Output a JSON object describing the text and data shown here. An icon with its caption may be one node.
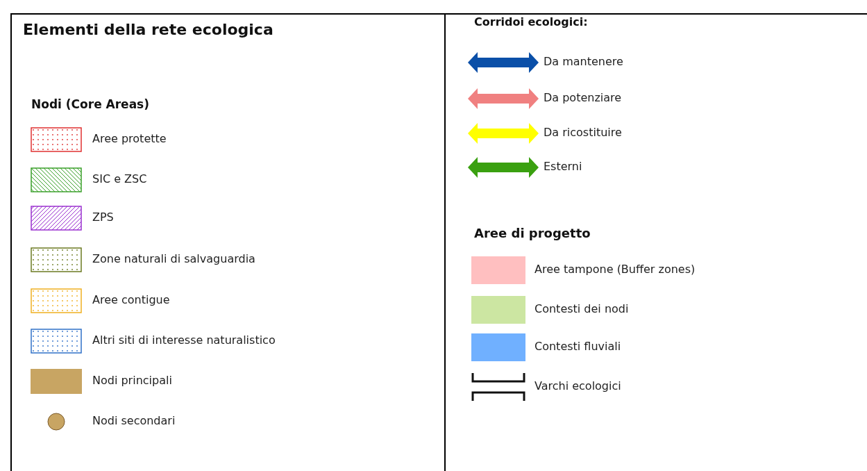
{
  "diagram": {
    "title": "Elementi della rete ecologica",
    "labels": [
      "Nodi (Core Areas)",
      "Corridoi ecologici:",
      "Aree di progetto"
    ],
    "legend": [
      {
        "text": "Aree protette"
      },
      {
        "text": "SIC e ZSC"
      },
      {
        "text": "ZPS"
      },
      {
        "text": "Zone naturali di salvaguardia"
      },
      {
        "text": "Aree contigue"
      },
      {
        "text": "Altri siti di interesse naturalistico"
      },
      {
        "text": "Nodi principali",
        "color": "#c8a563"
      },
      {
        "text": "Nodi secondari",
        "color": "#c8a563"
      },
      {
        "text": "Da mantenere"
      },
      {
        "text": "Da potenziare"
      },
      {
        "text": "Da ricostituire"
      },
      {
        "text": "Esterni"
      },
      {
        "text": "Aree tampone (Buffer zones)",
        "color": "#ffbfc0"
      },
      {
        "text": "Contesti dei nodi",
        "color": "#cce6a2"
      },
      {
        "text": "Contesti fluviali",
        "color": "#70b0ff"
      },
      {
        "text": "Varchi ecologici"
      }
    ]
  }
}
